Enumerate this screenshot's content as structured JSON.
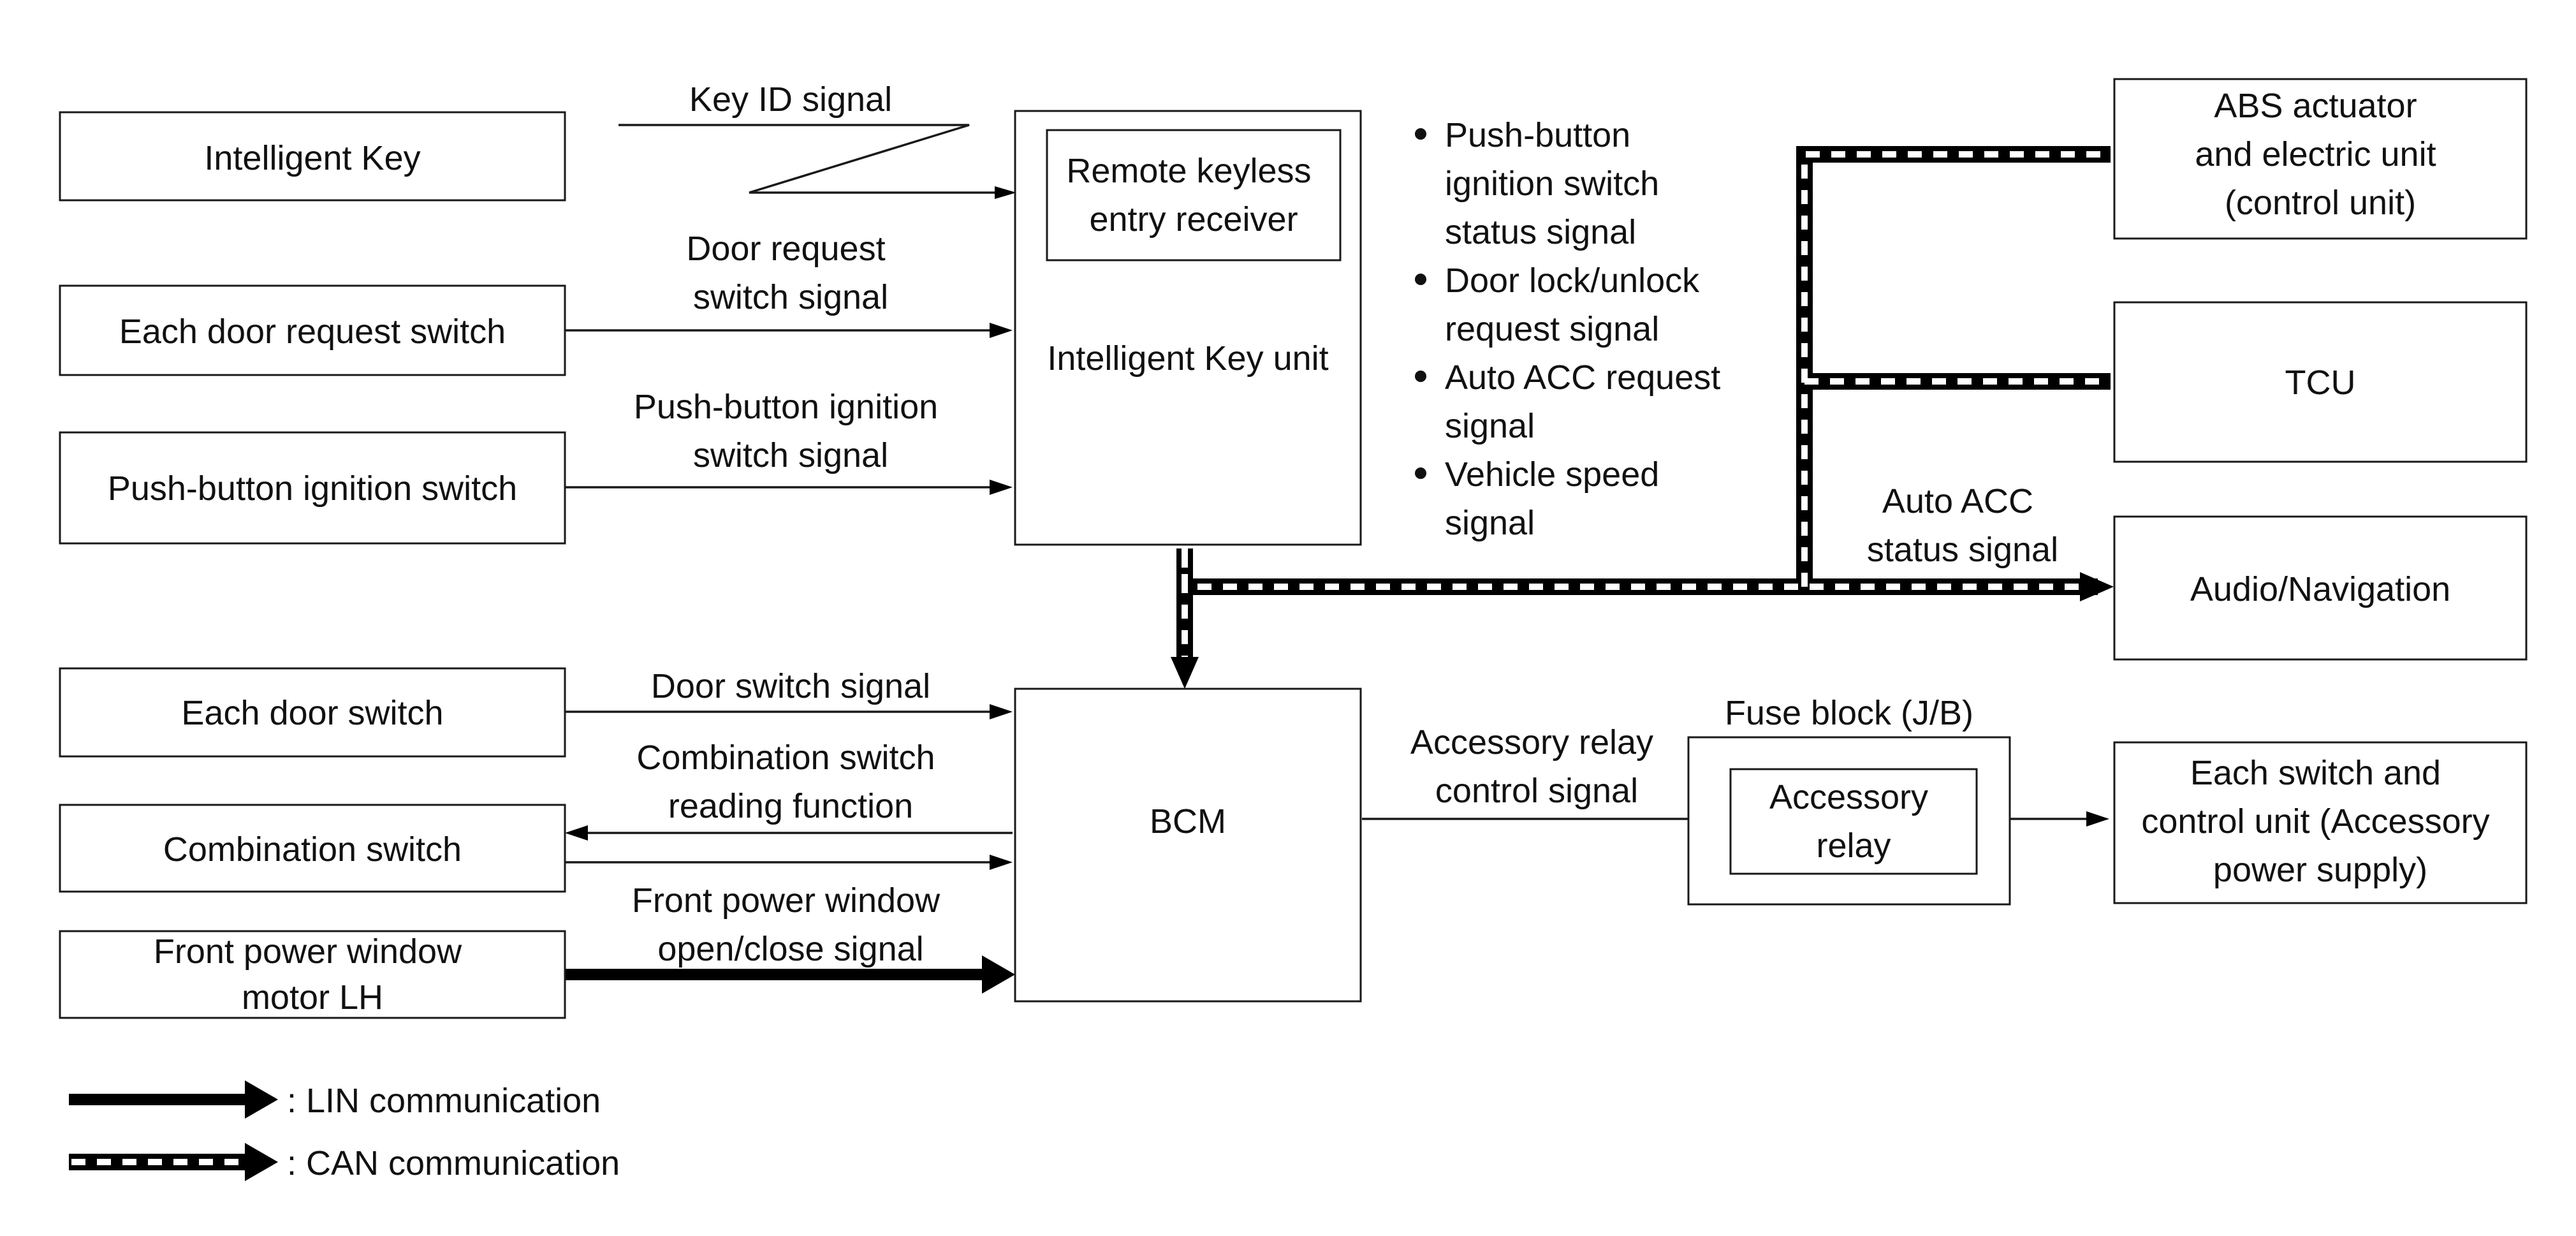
{
  "blocks": {
    "intelligent_key": "Intelligent Key",
    "each_door_request_switch": "Each door request switch",
    "push_button_ignition_switch": "Push-button ignition switch",
    "remote_keyless_entry_receiver": [
      "Remote keyless",
      "entry receiver"
    ],
    "intelligent_key_unit": "Intelligent Key unit",
    "abs_actuator": [
      "ABS actuator",
      "and electric unit",
      "(control unit)"
    ],
    "tcu": "TCU",
    "audio_navigation": "Audio/Navigation",
    "each_door_switch": "Each door switch",
    "combination_switch": "Combination switch",
    "front_power_window_motor": [
      "Front power window",
      "motor LH"
    ],
    "bcm": "BCM",
    "fuse_block": "Fuse block (J/B)",
    "accessory_relay": [
      "Accessory",
      "relay"
    ],
    "each_switch_control_unit": [
      "Each switch and",
      "control unit (Accessory",
      "power supply)"
    ]
  },
  "signals": {
    "key_id": "Key ID signal",
    "door_request": [
      "Door request",
      "switch signal"
    ],
    "push_button_ignition": [
      "Push-button ignition",
      "switch signal"
    ],
    "door_switch": "Door switch signal",
    "combination_reading": [
      "Combination switch",
      "reading function"
    ],
    "front_power_window": [
      "Front power window",
      "open/close signal"
    ],
    "accessory_relay_control": [
      "Accessory relay",
      "control signal"
    ],
    "auto_acc_status": [
      "Auto ACC",
      "status signal"
    ]
  },
  "can_signals": [
    [
      "Push-button",
      "ignition switch",
      "status signal"
    ],
    [
      "Door lock/unlock",
      "request signal"
    ],
    [
      "Auto ACC request",
      "signal"
    ],
    [
      "Vehicle speed",
      "signal"
    ]
  ],
  "legend": {
    "lin": ": LIN communication",
    "can": ": CAN communication"
  }
}
